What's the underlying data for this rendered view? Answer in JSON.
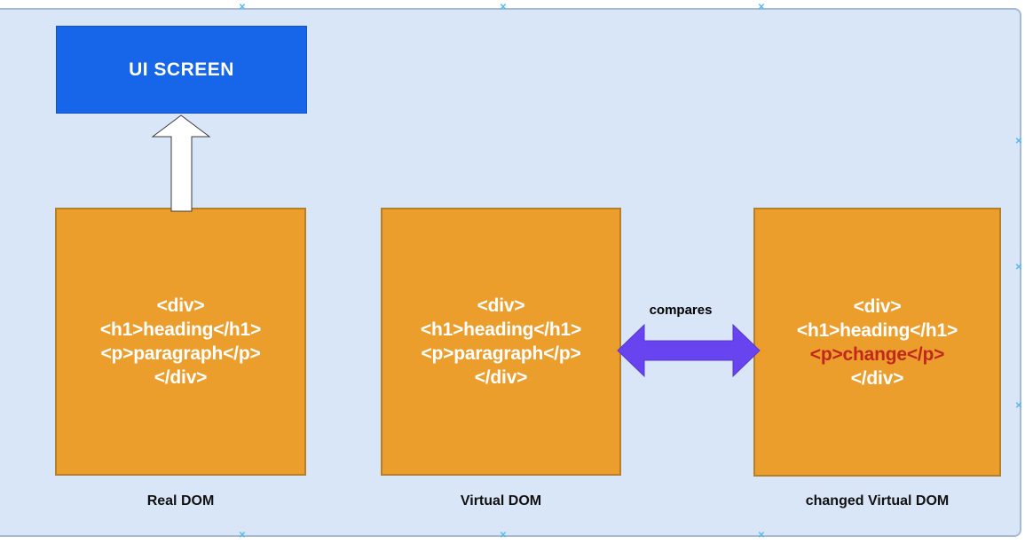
{
  "diagram": {
    "ui_screen": {
      "label": "UI SCREEN"
    },
    "compares_label": "compares",
    "boxes": [
      {
        "label": "Real DOM",
        "lines": [
          "<div>",
          "<h1>heading</h1>",
          "<p>paragraph</p>",
          "</div>"
        ]
      },
      {
        "label": "Virtual DOM",
        "lines": [
          "<div>",
          "<h1>heading</h1>",
          "<p>paragraph</p>",
          "</div>"
        ]
      },
      {
        "label": "changed Virtual DOM",
        "lines": [
          "<div>",
          "<h1>heading</h1>",
          "<p>change</p>",
          "</div>"
        ],
        "changed_line_index": 2
      }
    ],
    "icons": {
      "up_arrow": "arrow-up",
      "compare_arrow": "arrow-left-right",
      "connection_point": "x-mark"
    }
  },
  "colors": {
    "canvas_bg": "#D9E6F8",
    "canvas_border": "#A6BAD6",
    "orange": "#EC9E2D",
    "orange_border": "#B5802C",
    "blue": "#1765E8",
    "blue_border": "#1254C8",
    "purple": "#6843F0",
    "purple_border": "#5735CE",
    "red": "#C2271D",
    "mark": "#55BBEB",
    "arrow_fill": "#FFFFFF",
    "arrow_stroke": "#3C3C3C",
    "text_black": "#111111"
  }
}
